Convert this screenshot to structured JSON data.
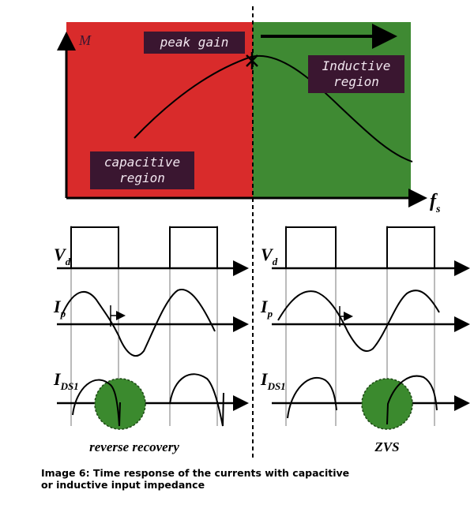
{
  "top_plot": {
    "y_label": "M",
    "x_label_main": "f",
    "x_label_sub": "s",
    "peak_label": "peak gain",
    "capacitive_label_line1": "capacitive",
    "capacitive_label_line2": "region",
    "inductive_label_line1": "Inductive",
    "inductive_label_line2": "region",
    "capacitive_color": "#d92b2b",
    "inductive_color": "#3f8a33"
  },
  "waveforms": {
    "vd_label": "V",
    "vd_sub": "d",
    "ip_label": "I",
    "ip_sub": "p",
    "ids_label": "I",
    "ids_sub": "DS1",
    "left_note": "reverse recovery",
    "right_note": "ZVS",
    "highlight_color": "#3b8a2e"
  },
  "caption_line1": "Image 6: Time response of the currents with capacitive",
  "caption_line2": "or inductive input impedance"
}
